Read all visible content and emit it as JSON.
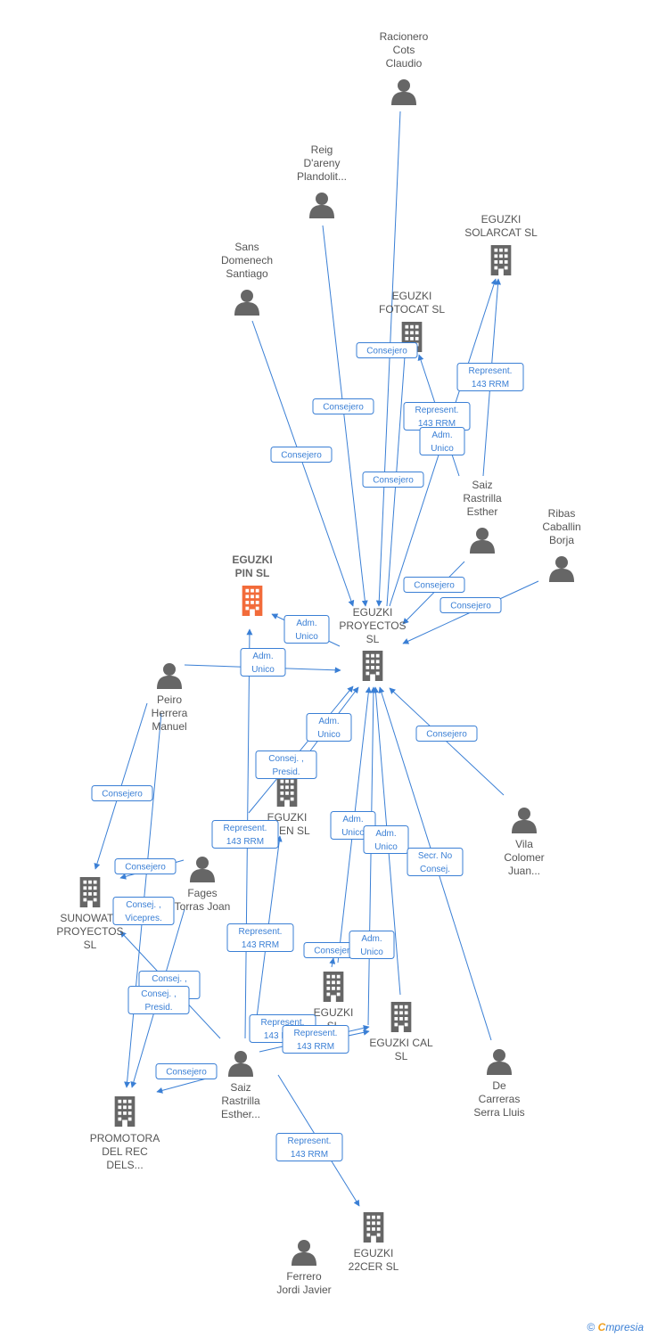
{
  "colors": {
    "edge": "#3a7fd5",
    "company": "#666666",
    "focus": "#f26b3a",
    "person": "#666666"
  },
  "nodes": [
    {
      "id": "racionero",
      "type": "person",
      "label": [
        "Racionero",
        "Cots",
        "Claudio"
      ]
    },
    {
      "id": "reig",
      "type": "person",
      "label": [
        "Reig",
        "D'areny",
        "Plandolit..."
      ]
    },
    {
      "id": "sans",
      "type": "person",
      "label": [
        "Sans",
        "Domenech",
        "Santiago"
      ]
    },
    {
      "id": "solarcat",
      "type": "company",
      "label": [
        "EGUZKI",
        "SOLARCAT SL"
      ]
    },
    {
      "id": "fotocat",
      "type": "company",
      "label": [
        "EGUZKI",
        "FOTOCAT SL"
      ]
    },
    {
      "id": "saiz1",
      "type": "person",
      "label": [
        "Saiz",
        "Rastrilla",
        "Esther"
      ]
    },
    {
      "id": "ribas",
      "type": "person",
      "label": [
        "Ribas",
        "Caballin",
        "Borja"
      ]
    },
    {
      "id": "pin",
      "type": "focus",
      "label": [
        "EGUZKI",
        "PIN SL"
      ]
    },
    {
      "id": "proyectos",
      "type": "company",
      "label": [
        "EGUZKI",
        "PROYECTOS",
        "SL"
      ]
    },
    {
      "id": "peiro",
      "type": "person",
      "label": [
        "Peiro",
        "Herrera",
        "Manuel"
      ]
    },
    {
      "id": "eden",
      "type": "company",
      "label": [
        "EGUZKI",
        "EDEN SL"
      ]
    },
    {
      "id": "vila",
      "type": "person",
      "label": [
        "Vila",
        "Colomer",
        "Juan..."
      ]
    },
    {
      "id": "fages",
      "type": "person",
      "label": [
        "Fages",
        "Torras Joan"
      ]
    },
    {
      "id": "sunowatt",
      "type": "company",
      "label": [
        "SUNOWATT",
        "PROYECTOS",
        "SL"
      ]
    },
    {
      "id": "eguzkisl",
      "type": "company",
      "label": [
        "EGUZKI",
        "SL"
      ]
    },
    {
      "id": "cal",
      "type": "company",
      "label": [
        "EGUZKI CAL",
        "SL"
      ]
    },
    {
      "id": "saiz2",
      "type": "person",
      "label": [
        "Saiz",
        "Rastrilla",
        "Esther..."
      ]
    },
    {
      "id": "decarreras",
      "type": "person",
      "label": [
        "De",
        "Carreras",
        "Serra Lluis"
      ]
    },
    {
      "id": "promotora",
      "type": "company",
      "label": [
        "PROMOTORA",
        "DEL REC",
        "DELS..."
      ]
    },
    {
      "id": "cer22",
      "type": "company",
      "label": [
        "EGUZKI",
        "22CER SL"
      ]
    },
    {
      "id": "ferrero",
      "type": "person",
      "label": [
        "Ferrero",
        "Jordi Javier"
      ]
    }
  ],
  "edges": [
    {
      "label": [
        "Consejero"
      ]
    },
    {
      "label": [
        "Consejero"
      ]
    },
    {
      "label": [
        "Consejero"
      ]
    },
    {
      "label": [
        "Adm.",
        "Unico"
      ]
    },
    {
      "label": [
        "Consejero"
      ]
    },
    {
      "label": [
        "Represent.",
        "143 RRM"
      ]
    },
    {
      "label": [
        "Represent.",
        "143 RRM"
      ]
    },
    {
      "label": [
        "Adm.",
        "Unico"
      ]
    },
    {
      "label": [
        "Consejero"
      ]
    },
    {
      "label": [
        "Consejero"
      ]
    },
    {
      "label": [
        "Adm.",
        "Unico"
      ]
    },
    {
      "label": [
        "Consejero"
      ]
    },
    {
      "label": [
        "Adm.",
        "Unico"
      ]
    },
    {
      "label": [
        "Consej. ,",
        "Presid."
      ]
    },
    {
      "label": [
        "Consejero"
      ]
    },
    {
      "label": [
        "Represent.",
        "143 RRM"
      ]
    },
    {
      "label": [
        "Consejero"
      ]
    },
    {
      "label": [
        "Adm.",
        "Unico"
      ]
    },
    {
      "label": [
        "Adm.",
        "Unico"
      ]
    },
    {
      "label": [
        "Secr. No",
        "Consej."
      ]
    },
    {
      "label": [
        "Consej. ,",
        "Vicepres."
      ]
    },
    {
      "label": [
        "Represent.",
        "143 RRM"
      ]
    },
    {
      "label": [
        "Consejero"
      ]
    },
    {
      "label": [
        "Adm.",
        "Unico"
      ]
    },
    {
      "label": [
        "Consej. ,",
        "Presid."
      ]
    },
    {
      "label": [
        "Consej. ,",
        "Presid."
      ]
    },
    {
      "label": [
        "Represent.",
        "143 RRM"
      ]
    },
    {
      "label": [
        "Represent.",
        "143 RRM"
      ]
    },
    {
      "label": [
        "Consejero"
      ]
    },
    {
      "label": [
        "Represent.",
        "143 RRM"
      ]
    }
  ],
  "watermark": {
    "copyright": "©",
    "brand_first": "C",
    "brand_rest": "mpresia"
  }
}
